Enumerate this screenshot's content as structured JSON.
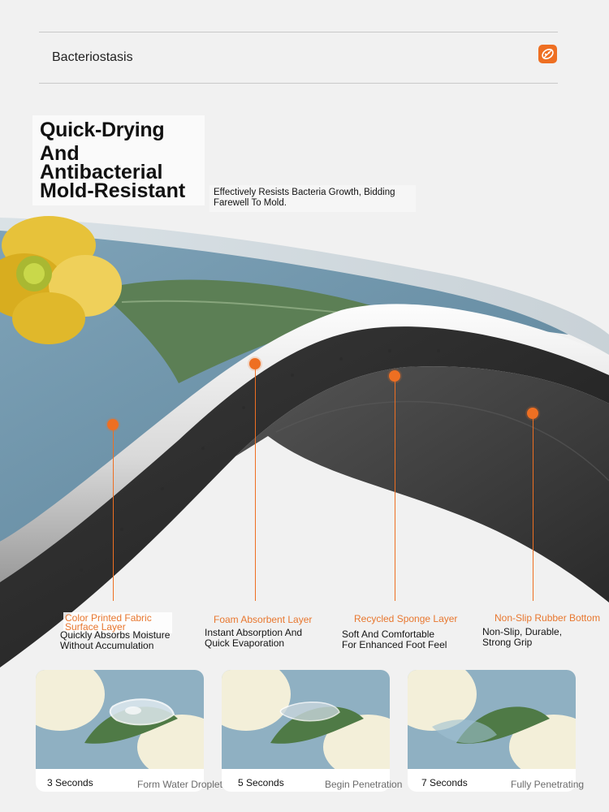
{
  "header": {
    "label": "Bacteriostasis",
    "icon": "bacteria-shield-icon",
    "accent_color": "#ee6f22"
  },
  "headline": {
    "line1": "Quick-Drying",
    "line2": "And\nAntibacterial\nMold-Resistant",
    "subtitle": "Effectively Resists Bacteria Growth, Bidding Farewell To Mold."
  },
  "layers": [
    {
      "title": "Color Printed Fabric Surface Layer",
      "description": "Quickly Absorbs Moisture\nWithout Accumulation"
    },
    {
      "title": "Foam Absorbent Layer",
      "description": "Instant Absorption And\nQuick Evaporation"
    },
    {
      "title": "Recycled Sponge Layer",
      "description": "Soft And Comfortable\nFor Enhanced Foot Feel"
    },
    {
      "title": "Non-Slip Rubber Bottom",
      "description": "Non-Slip, Durable,\nStrong Grip"
    }
  ],
  "timeline": [
    {
      "time": "3 Seconds",
      "note": "Form Water Droplets",
      "droplet_remaining": 1.0
    },
    {
      "time": "5 Seconds",
      "note": "Begin Penetration",
      "droplet_remaining": 0.6
    },
    {
      "time": "7 Seconds",
      "note": "Fully Penetrating",
      "droplet_remaining": 0.0
    }
  ]
}
